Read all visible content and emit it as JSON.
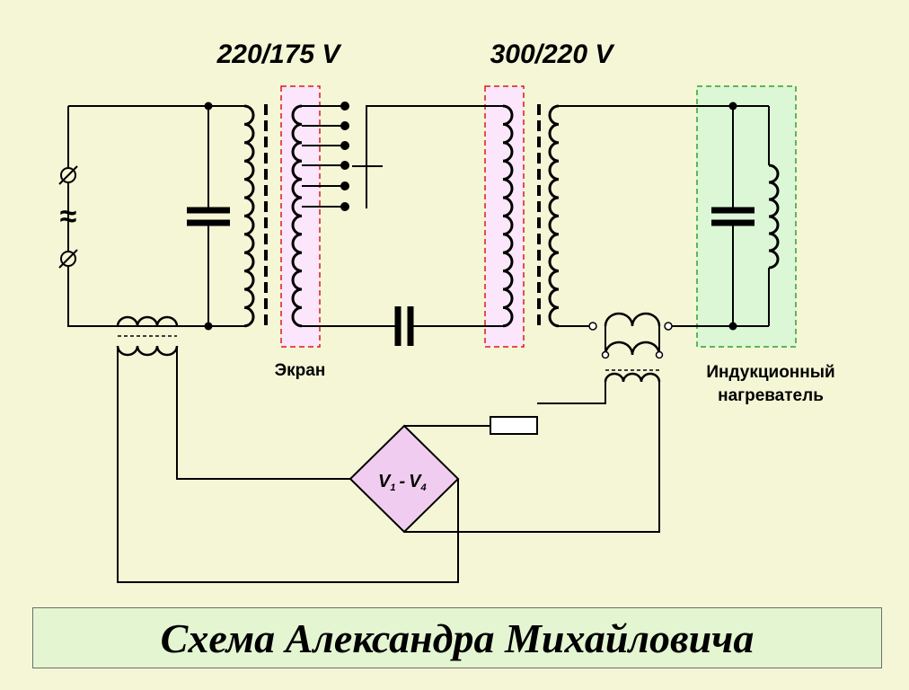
{
  "labels": {
    "transformer1_rating": "220/175 V",
    "transformer2_rating": "300/220 V",
    "screen": "Экран",
    "heater_line1": "Индукционный",
    "heater_line2": "нагреватель",
    "bridge_v1": "V",
    "bridge_sub1": "1",
    "bridge_dash": "-",
    "bridge_v4": "V",
    "bridge_sub4": "4",
    "ac_symbol": "≈"
  },
  "caption": "Схема Александра Михайловича",
  "colors": {
    "background": "#f4f6d6",
    "screen_fill": "#fbe6fb",
    "screen_border": "#d81b1b",
    "heater_fill": "#dcf7d6",
    "heater_border": "#2fa02f",
    "bridge_fill": "#f0cdf0",
    "caption_fill": "#e4f5d2",
    "wire": "#000000"
  }
}
